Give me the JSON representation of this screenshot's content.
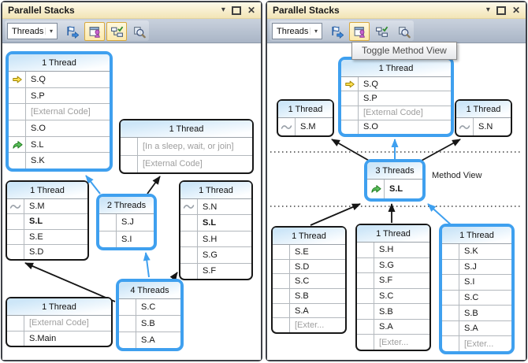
{
  "window": {
    "title": "Parallel Stacks"
  },
  "icons": {
    "window_menu_glyph": "▾",
    "close_glyph": "✕",
    "combo_chevron_glyph": "▾",
    "toolbar_icon_names": [
      "flag-arrow-icon",
      "method-view-icon",
      "auto-scroll-diagram-icon",
      "zoom-control-icon"
    ],
    "row_icon_names": [
      "yellow-arrow-icon",
      "green-arrow-icon",
      "wavy-thread-icon"
    ]
  },
  "toolbar": {
    "view_selector": "Threads",
    "buttons": [
      {
        "icon": "flag-arrow-icon",
        "active": {
          "left": false,
          "right": false
        }
      },
      {
        "icon": "method-view-icon",
        "active": {
          "left": true,
          "right": true
        }
      },
      {
        "icon": "auto-scroll-diagram-icon",
        "active": {
          "left": true,
          "right": false
        }
      },
      {
        "icon": "zoom-control-icon",
        "active": {
          "left": false,
          "right": false
        }
      }
    ]
  },
  "left_panel": {
    "boxes": [
      {
        "header": "1 Thread",
        "highlight": "blue",
        "rows": [
          {
            "t": "S.Q",
            "icon": "yellow-arrow-icon"
          },
          {
            "t": "S.P"
          },
          {
            "t": "[External Code]",
            "gray": true
          },
          {
            "t": "S.O"
          },
          {
            "t": "S.L",
            "icon": "green-arrow-icon"
          },
          {
            "t": "S.K"
          }
        ]
      },
      {
        "header": "1 Thread",
        "highlight": "black",
        "rows": [
          {
            "t": "[In a sleep, wait, or join]",
            "gray": true
          },
          {
            "t": "[External Code]",
            "gray": true
          }
        ]
      },
      {
        "header": "1 Thread",
        "highlight": "black",
        "rows": [
          {
            "t": "S.M",
            "icon": "wavy-thread-icon"
          },
          {
            "t": "S.L",
            "bold": true
          },
          {
            "t": "S.E"
          },
          {
            "t": "S.D"
          }
        ]
      },
      {
        "header": "2 Threads",
        "highlight": "blue",
        "rows": [
          {
            "t": "S.J"
          },
          {
            "t": "S.I"
          }
        ]
      },
      {
        "header": "1 Thread",
        "highlight": "black",
        "rows": [
          {
            "t": "S.N",
            "icon": "wavy-thread-icon"
          },
          {
            "t": "S.L",
            "bold": true
          },
          {
            "t": "S.H"
          },
          {
            "t": "S.G"
          },
          {
            "t": "S.F"
          }
        ]
      },
      {
        "header": "1 Thread",
        "highlight": "black",
        "rows": [
          {
            "t": "[External Code]",
            "gray": true
          },
          {
            "t": "S.Main"
          }
        ]
      },
      {
        "header": "4 Threads",
        "highlight": "blue",
        "rows": [
          {
            "t": "S.C"
          },
          {
            "t": "S.B"
          },
          {
            "t": "S.A"
          }
        ]
      }
    ]
  },
  "right_panel": {
    "tooltip": "Toggle Method View",
    "method_view_label": "Method View",
    "boxes": [
      {
        "header": "1 Thread",
        "highlight": "blue",
        "rows": [
          {
            "t": "S.Q",
            "icon": "yellow-arrow-icon"
          },
          {
            "t": "S.P"
          },
          {
            "t": "[External Code]",
            "gray": true
          },
          {
            "t": "S.O"
          }
        ]
      },
      {
        "header": "1 Thread",
        "highlight": "black",
        "rows": [
          {
            "t": "S.M",
            "icon": "wavy-thread-icon"
          }
        ]
      },
      {
        "header": "1 Thread",
        "highlight": "black",
        "rows": [
          {
            "t": "S.N",
            "icon": "wavy-thread-icon"
          }
        ]
      },
      {
        "header": "3 Threads",
        "highlight": "blue",
        "rows": [
          {
            "t": "S.L",
            "icon": "green-arrow-icon",
            "bold": true
          }
        ]
      },
      {
        "header": "1 Thread",
        "highlight": "black",
        "rows": [
          {
            "t": "S.E"
          },
          {
            "t": "S.D"
          },
          {
            "t": "S.C"
          },
          {
            "t": "S.B"
          },
          {
            "t": "S.A"
          },
          {
            "t": "[Exter...",
            "gray": true
          }
        ]
      },
      {
        "header": "1 Thread",
        "highlight": "black",
        "rows": [
          {
            "t": "S.H"
          },
          {
            "t": "S.G"
          },
          {
            "t": "S.F"
          },
          {
            "t": "S.C"
          },
          {
            "t": "S.B"
          },
          {
            "t": "S.A"
          },
          {
            "t": "[Exter...",
            "gray": true
          }
        ]
      },
      {
        "header": "1 Thread",
        "highlight": "blue",
        "rows": [
          {
            "t": "S.K"
          },
          {
            "t": "S.J"
          },
          {
            "t": "S.I"
          },
          {
            "t": "S.C"
          },
          {
            "t": "S.B"
          },
          {
            "t": "S.A"
          },
          {
            "t": "[Exter...",
            "gray": true
          }
        ]
      }
    ]
  }
}
